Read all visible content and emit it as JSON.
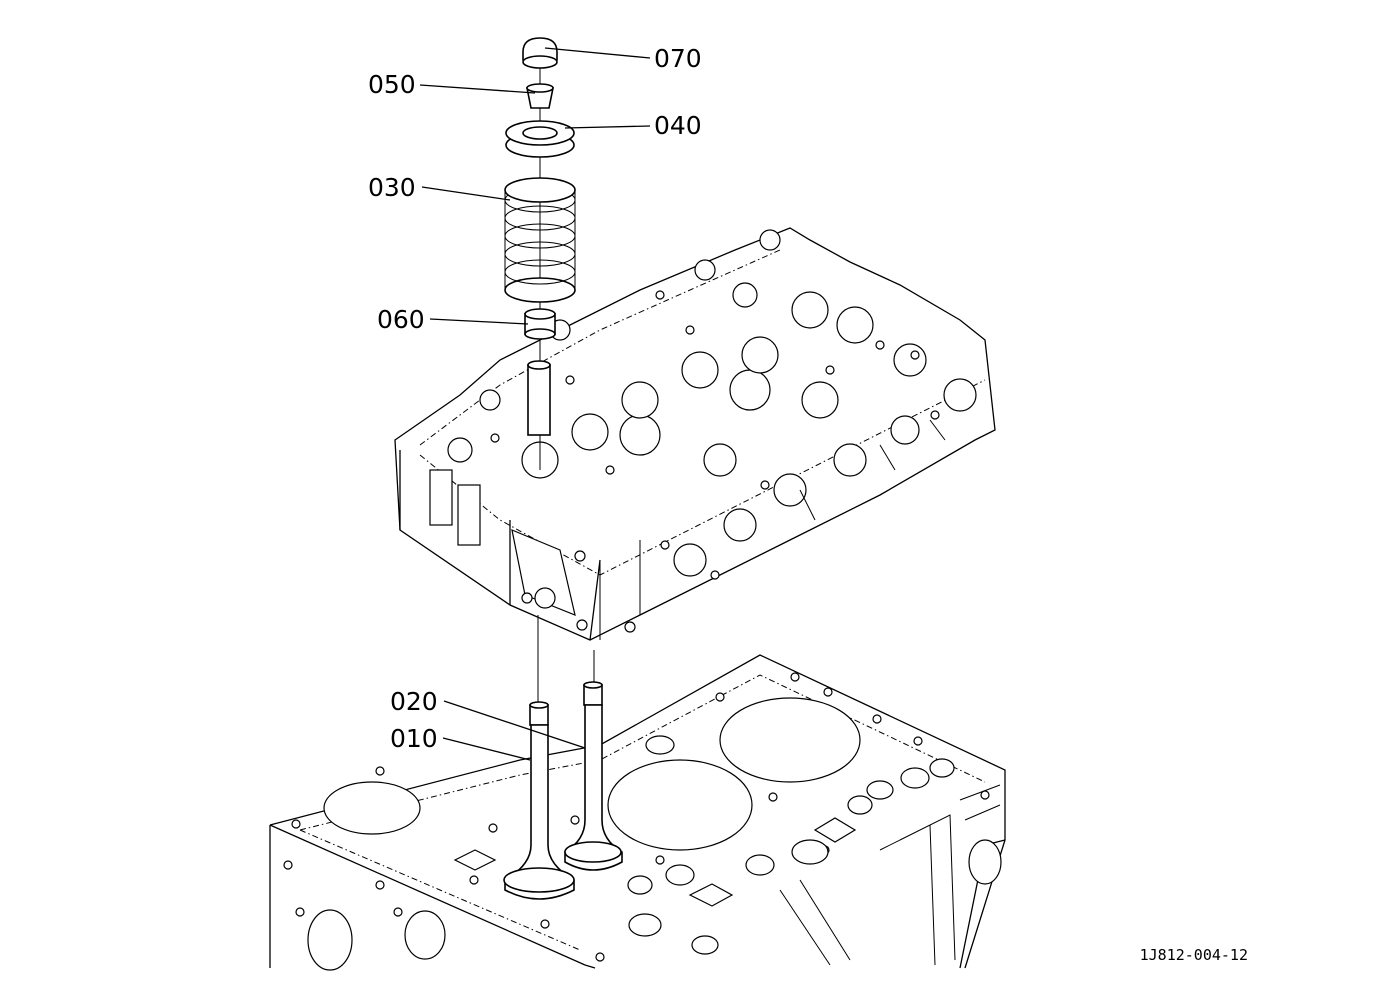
{
  "labels": {
    "p070": "070",
    "p050": "050",
    "p040": "040",
    "p030": "030",
    "p060": "060",
    "p020": "020",
    "p010": "010"
  },
  "drawing_id": "1J812-004-12"
}
